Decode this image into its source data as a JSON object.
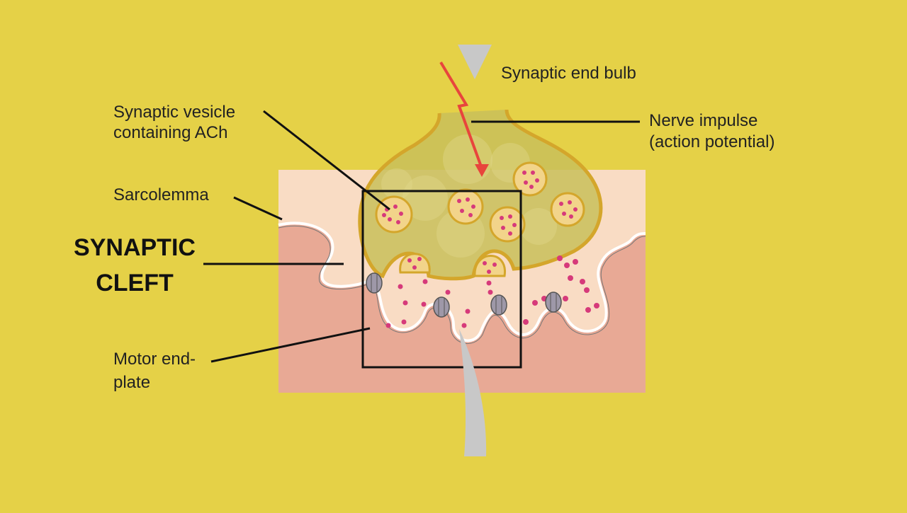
{
  "labels": {
    "synaptic_end_bulb": "Synaptic end bulb",
    "synaptic_vesicle_line1": "Synaptic vesicle",
    "synaptic_vesicle_line2": "containing ACh",
    "nerve_impulse_line1": "Nerve impulse",
    "nerve_impulse_line2": "(action potential)",
    "sarcolemma": "Sarcolemma",
    "synaptic_cleft_line1": "SYNAPTIC",
    "synaptic_cleft_line2": "CLEFT",
    "motor_end_plate_line1": "Motor end-",
    "motor_end_plate_line2": "plate"
  },
  "colors": {
    "background": "#e5d147",
    "muscle_outer": "#f9dcc4",
    "muscle_inner": "#e8a995",
    "bulb_fill": "#c9bf5a",
    "bulb_outline": "#d4a62b",
    "vesicle_fill": "#f2d48a",
    "ach_dots": "#d63a7a",
    "impulse_arrow": "#e8453c",
    "receptor": "#9e98a8",
    "highlight_box": "#111111",
    "pointer": "#c8c8c8"
  }
}
